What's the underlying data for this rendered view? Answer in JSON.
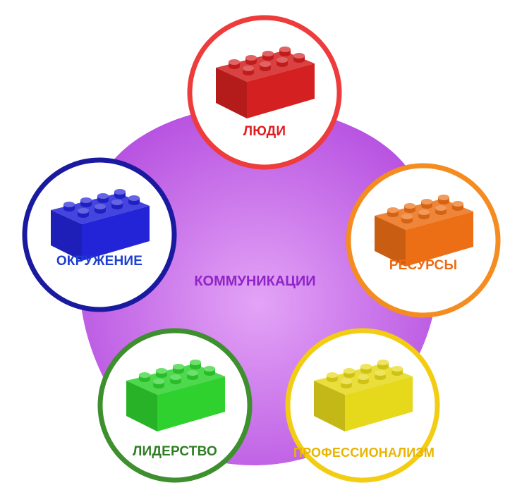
{
  "center": {
    "label": "КОММУНИКАЦИИ",
    "color": "#8f24c8",
    "fill": "#c86ce8"
  },
  "nodes": [
    {
      "label": "ЛЮДИ",
      "color": "#ee3b3b",
      "brick": "#d42020",
      "text": "#e01e1e"
    },
    {
      "label": "РЕСУРСЫ",
      "color": "#f58c1f",
      "brick": "#ec6f16",
      "text": "#ee6a12"
    },
    {
      "label": "ПРОФЕССИОНАЛИЗМ",
      "color": "#f3cd14",
      "brick": "#e6d81a",
      "text": "#e8b400"
    },
    {
      "label": "ЛИДЕРСТВО",
      "color": "#3e8f2e",
      "brick": "#2fd12f",
      "text": "#2f7e23"
    },
    {
      "label": "ОКРУЖЕНИЕ",
      "color": "#1a1aa0",
      "brick": "#2323d8",
      "text": "#1e3fcf"
    }
  ]
}
